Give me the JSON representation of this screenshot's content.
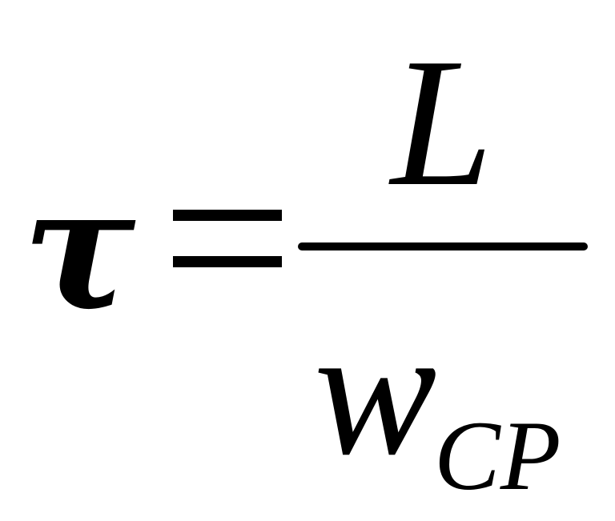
{
  "formula": {
    "lhs": "τ",
    "numerator": "L",
    "denominator": "w",
    "subscript": "CP"
  }
}
